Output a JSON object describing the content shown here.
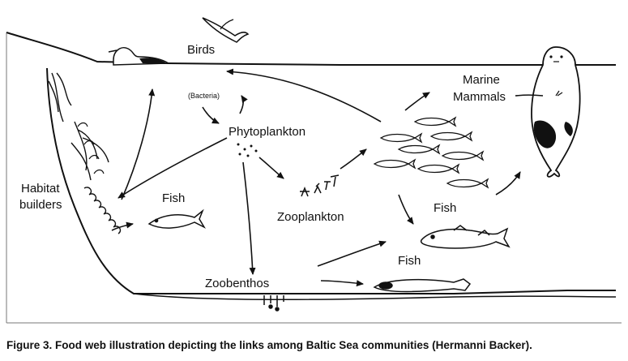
{
  "labels": {
    "birds": "Birds",
    "bacteria": "(Bacteria)",
    "phytoplankton": "Phytoplankton",
    "marine_mammals_line1": "Marine",
    "marine_mammals_line2": "Mammals",
    "habitat_line1": "Habitat",
    "habitat_line2": "builders",
    "fish_left": "Fish",
    "zooplankton": "Zooplankton",
    "fish_right": "Fish",
    "fish_bottom": "Fish",
    "zoobenthos": "Zoobenthos"
  },
  "caption": {
    "figure_label": "Figure 3.",
    "text": " Food web illustration depicting the links among Baltic Sea communities (Hermanni Backer)."
  }
}
